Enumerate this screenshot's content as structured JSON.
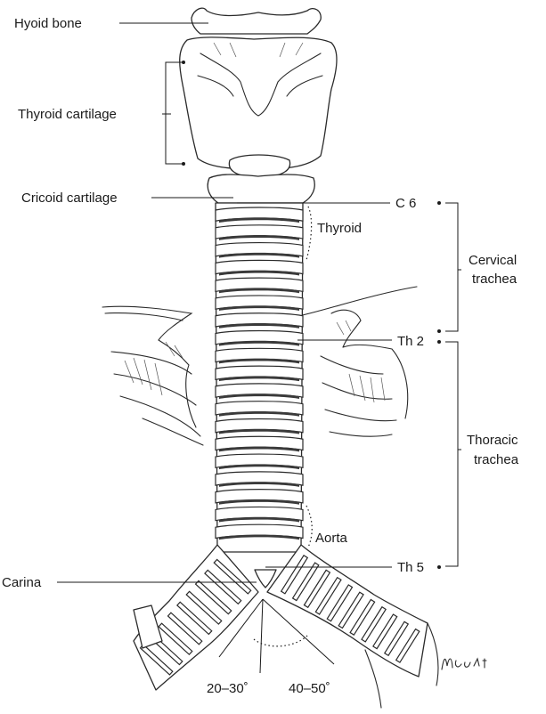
{
  "labels": {
    "hyoid_bone": "Hyoid bone",
    "thyroid_cartilage": "Thyroid cartilage",
    "cricoid_cartilage": "Cricoid cartilage",
    "c6": "C 6",
    "thyroid": "Thyroid",
    "cervical_trachea_1": "Cervical",
    "cervical_trachea_2": "trachea",
    "th2": "Th 2",
    "thoracic_trachea_1": "Thoracic",
    "thoracic_trachea_2": "trachea",
    "aorta": "Aorta",
    "carina": "Carina",
    "th5": "Th 5",
    "angle_left": "20–30˚",
    "angle_right": "40–50˚"
  },
  "signature": "M Conti",
  "colors": {
    "ink": "#1a1a1a",
    "background": "#ffffff"
  }
}
